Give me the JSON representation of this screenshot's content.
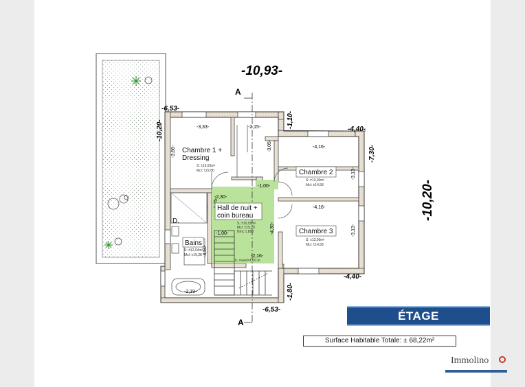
{
  "plan": {
    "dims": {
      "top_overall": "-10,93-",
      "right_overall": "-10,20-",
      "left_wall": "-10,20-",
      "top_left": "-6,53-",
      "bottom_left": "-6,53-",
      "right_top": "-1,10-",
      "right_bottom": "-1,80-",
      "chambre2_width": "-4,40-",
      "chambre3_width": "-4,40-",
      "chambre2_depth": "-7,30-",
      "ch1_inner_w": "-3,33-",
      "dressing_w": "-2,15-",
      "ch1_inner_h": "-3,66-",
      "dressing_h": "-3,05-",
      "ch2_inner_w": "-4,16-",
      "ch2_inner_h": "-3,13-",
      "ch3_inner_w": "-4,16-",
      "ch3_inner_h": "-3,13-",
      "hall_w": "-1,00-",
      "hall_left": "-2,30-",
      "hall_h": "-1,75-",
      "hall_mid": "-4,30-",
      "stair_w": "-1,00-",
      "stair_h": "-2,16-",
      "bains_h": "-3,50-",
      "bains_w": "-2,19-"
    },
    "rooms": {
      "chambre1_line1": "Chambre 1 +",
      "chambre1_line2": "Dressing",
      "chambre1_s1": "S: ±19,55m²",
      "chambre1_s2": "Mcl: ±22,80",
      "chambre2": "Chambre 2",
      "chambre2_s1": "S: ±13,00m²",
      "chambre2_s2": "Mcl: ±14,58",
      "chambre3": "Chambre 3",
      "chambre3_s1": "S: ±13,00m²",
      "chambre3_s2": "Mcl: ±14,58",
      "hall_line1": "Hall de nuit +",
      "hall_line2": "coin bureau",
      "hall_s1": "S: ±10,59m²",
      "hall_s2": "Mcl: ±15,20",
      "hall_s3": "Nmc ±,800",
      "hall_note": "h. muret=1,00 m",
      "bains": "Bains",
      "bains_s1": "S: ±12,04m²",
      "bains_s2": "Mcl: ±15,38",
      "douche": "D."
    },
    "section_marker": "A"
  },
  "title_block": {
    "banner": "ÉTAGE",
    "surface": "Surface Habitable Totale:  ± 68,22m²"
  },
  "logo": {
    "text": "Immolino"
  },
  "colors": {
    "banner": "#1f4e8c",
    "wall_fill": "#e9e1d3",
    "hall_green": "#b9e29a"
  }
}
